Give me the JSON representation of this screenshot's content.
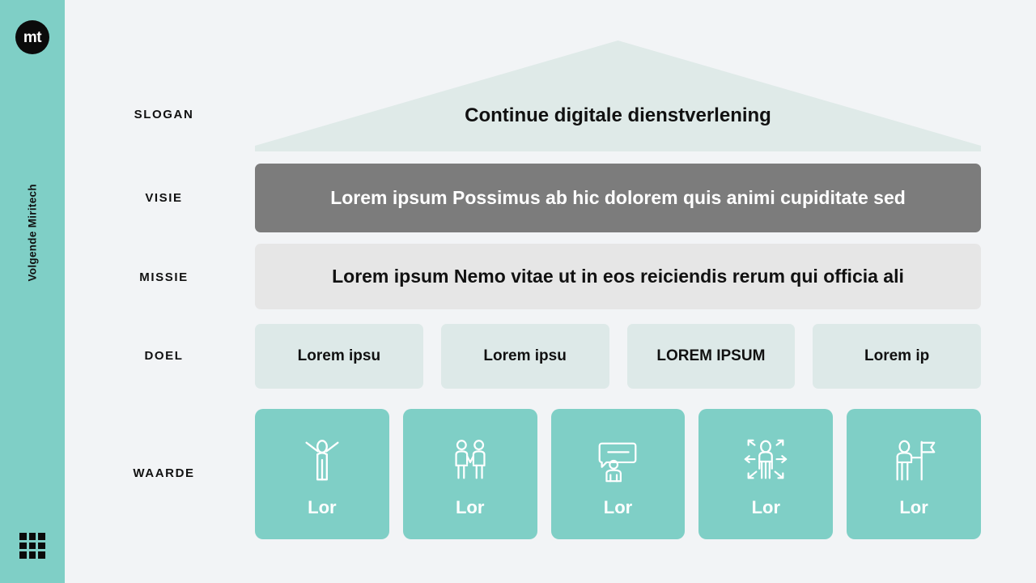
{
  "sidebar": {
    "logo_text": "mt",
    "caption": "Volgende Miritech",
    "logo_icon": "mt-circle-logo",
    "grid_icon": "grid-3x3-icon",
    "background_color": "#7fcfc6"
  },
  "labels": {
    "slogan": "SLOGAN",
    "visie": "VISIE",
    "missie": "MISSIE",
    "doel": "DOEL",
    "waarde": "WAARDE"
  },
  "slogan": {
    "text": "Continue digitale dienstverlening",
    "shape_color": "#dfeae8"
  },
  "visie": {
    "text": "Lorem ipsum Possimus ab hic dolorem quis animi cupiditate sed",
    "background_color": "#7c7c7c",
    "text_color": "#ffffff"
  },
  "missie": {
    "text": "Lorem ipsum Nemo vitae ut in eos reiciendis rerum qui officia ali",
    "background_color": "#e6e6e6",
    "text_color": "#111111"
  },
  "doel": {
    "background_color": "#dde9e8",
    "cards": [
      {
        "label": "Lorem ipsu"
      },
      {
        "label": "Lorem ipsu"
      },
      {
        "label": "LOREM IPSUM"
      },
      {
        "label": "Lorem ip"
      }
    ]
  },
  "waarde": {
    "background_color": "#7fcfc6",
    "cards": [
      {
        "label": "Lor",
        "icon": "person-arms-raised-icon"
      },
      {
        "label": "Lor",
        "icon": "two-people-handshake-icon"
      },
      {
        "label": "Lor",
        "icon": "person-speech-bubble-icon"
      },
      {
        "label": "Lor",
        "icon": "person-arrows-outward-icon"
      },
      {
        "label": "Lor",
        "icon": "person-flag-icon"
      }
    ]
  }
}
